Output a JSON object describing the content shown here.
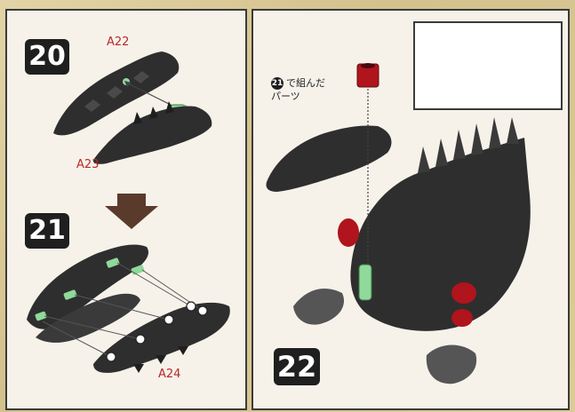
{
  "steps": {
    "step_20": "20",
    "step_21": "21",
    "step_22": "22"
  },
  "parts": {
    "a22": "A22",
    "a23": "A23",
    "a24": "A24"
  },
  "note": {
    "badge": "21",
    "line1": "で組んだ",
    "line2": "パーツ"
  },
  "colors": {
    "part_body": "#2e2e2e",
    "peg_green": "#8fd99a",
    "accent_red": "#b0141c",
    "arrow_brown": "#5a3a2a",
    "label_red": "#b8282a"
  },
  "icons": {
    "down_arrow": "down-arrow-icon",
    "target_marker": "target-circle-icon"
  }
}
